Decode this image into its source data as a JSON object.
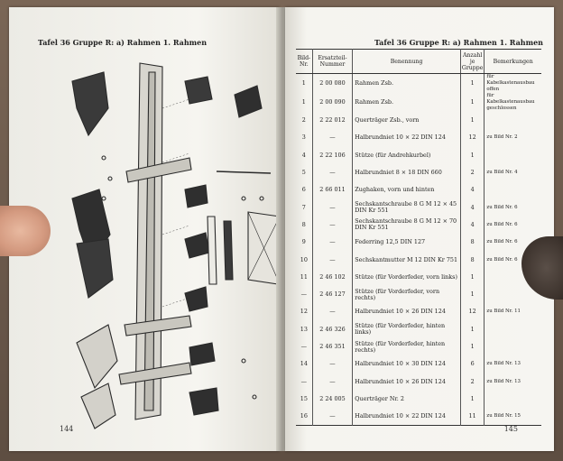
{
  "left_page": {
    "header": "Tafel 36  Gruppe R: a) Rahmen 1. Rahmen",
    "page_number": "144"
  },
  "right_page": {
    "header": "Tafel 36  Gruppe R: a) Rahmen 1. Rahmen",
    "page_number": "145",
    "columns": {
      "nr": "Bild-Nr.",
      "part": "Ersatzteil-Nummer",
      "name": "Benennung",
      "qty": "Anzahl je Gruppe",
      "remarks": "Bemerkungen"
    },
    "rows": [
      {
        "nr": "1",
        "part": "2 00 080",
        "name": "Rahmen Zsb.",
        "qty": "1",
        "rem": "für Kabelkastenausbau offen"
      },
      {
        "nr": "1",
        "part": "2 00 090",
        "name": "Rahmen Zsb.",
        "qty": "1",
        "rem": "für Kabelkastenausbau geschlossen"
      },
      {
        "nr": "2",
        "part": "2 22 012",
        "name": "Querträger Zsb., vorn",
        "qty": "1",
        "rem": ""
      },
      {
        "nr": "3",
        "part": "—",
        "name": "Halbrundniet 10 × 22 DIN 124",
        "qty": "12",
        "rem": "zu Bild Nr. 2"
      },
      {
        "nr": "4",
        "part": "2 22 106",
        "name": "Stütze (für Andrehkurbel)",
        "qty": "1",
        "rem": ""
      },
      {
        "nr": "5",
        "part": "—",
        "name": "Halbrundniet 8 × 18 DIN 660",
        "qty": "2",
        "rem": "zu Bild Nr. 4"
      },
      {
        "nr": "6",
        "part": "2 66 011",
        "name": "Zughaken, vorn und hinten",
        "qty": "4",
        "rem": ""
      },
      {
        "nr": "7",
        "part": "—",
        "name": "Sechskantschraube 8 G M 12 × 45 DIN Kr 551",
        "qty": "4",
        "rem": "zu Bild Nr. 6"
      },
      {
        "nr": "8",
        "part": "—",
        "name": "Sechskantschraube 8 G M 12 × 70 DIN Kr 551",
        "qty": "4",
        "rem": "zu Bild Nr. 6"
      },
      {
        "nr": "9",
        "part": "—",
        "name": "Federring 12,5 DIN 127",
        "qty": "8",
        "rem": "zu Bild Nr. 6"
      },
      {
        "nr": "10",
        "part": "—",
        "name": "Sechskantmutter M 12 DIN Kr 751",
        "qty": "8",
        "rem": "zu Bild Nr. 6"
      },
      {
        "nr": "11",
        "part": "2 46 102",
        "name": "Stütze (für Vorderfeder, vorn links)",
        "qty": "1",
        "rem": ""
      },
      {
        "nr": "—",
        "part": "2 46 127",
        "name": "Stütze (für Vorderfeder, vorn rechts)",
        "qty": "1",
        "rem": ""
      },
      {
        "nr": "12",
        "part": "—",
        "name": "Halbrundniet 10 × 26 DIN 124",
        "qty": "12",
        "rem": "zu Bild Nr. 11"
      },
      {
        "nr": "13",
        "part": "2 46 326",
        "name": "Stütze (für Vorderfeder, hinten links)",
        "qty": "1",
        "rem": ""
      },
      {
        "nr": "—",
        "part": "2 46 351",
        "name": "Stütze (für Vorderfeder, hinten rechts)",
        "qty": "1",
        "rem": ""
      },
      {
        "nr": "14",
        "part": "—",
        "name": "Halbrundniet 10 × 30 DIN 124",
        "qty": "6",
        "rem": "zu Bild Nr. 13"
      },
      {
        "nr": "—",
        "part": "—",
        "name": "Halbrundniet 10 × 26 DIN 124",
        "qty": "2",
        "rem": "zu Bild Nr. 13"
      },
      {
        "nr": "15",
        "part": "2 24 005",
        "name": "Querträger Nr. 2",
        "qty": "1",
        "rem": ""
      },
      {
        "nr": "16",
        "part": "—",
        "name": "Halbrundniet 10 × 22 DIN 124",
        "qty": "11",
        "rem": "zu Bild Nr. 15"
      }
    ]
  }
}
